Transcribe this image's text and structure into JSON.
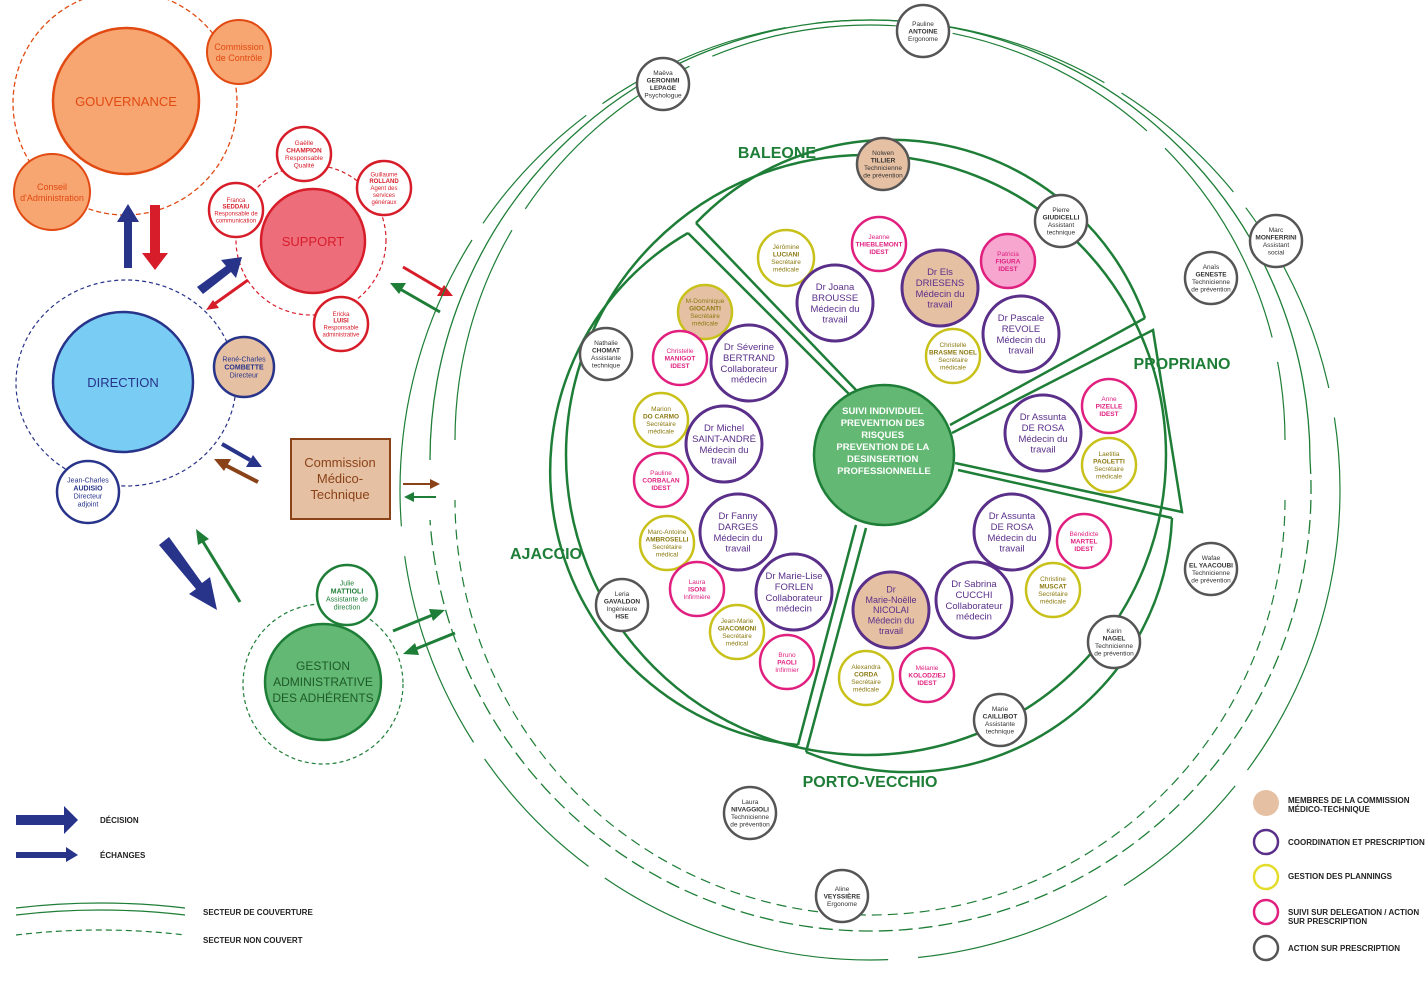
{
  "colors": {
    "gov": "#e14a12",
    "gov_fill": "#f7a571",
    "support": "#d71d2a",
    "support_fill": "#ee6d7b",
    "direction": "#28338a",
    "direction_fill": "#79cdf4",
    "green": "#1e7e37",
    "green_fill": "#63b873",
    "commission_fill": "#e6c0a3",
    "commission_border": "#8a4218",
    "purple": "#5a2f8a",
    "yellow": "#c8c11a",
    "pink": "#e01f7f",
    "gray": "#555555"
  },
  "entities": {
    "gouvernance": "GOUVERNANCE",
    "commission_controle": [
      "Commission",
      "de Contrôle"
    ],
    "conseil": [
      "Conseil",
      "d'Administration"
    ],
    "support": "SUPPORT",
    "direction": "DIRECTION",
    "commission_mt": [
      "Commission",
      "Médico-",
      "Technique"
    ],
    "gestion": [
      "GESTION",
      "ADMINISTRATIVE",
      "DES ADHÉRENTS"
    ],
    "centre": [
      "SUIVI INDIVIDUEL",
      "",
      "PREVENTION DES",
      "RISQUES",
      "",
      "PREVENTION DE LA",
      "DESINSERTION",
      "PROFESSIONNELLE"
    ]
  },
  "support_people": [
    [
      "Gaëlle",
      "CHAMPION",
      "Responsable",
      "Qualité"
    ],
    [
      "Guillaume",
      "ROLLAND",
      "Agent des",
      "services",
      "généraux"
    ],
    [
      "Franca",
      "SEDDAIU",
      "Responsable de",
      "communication"
    ],
    [
      "Ericka",
      "LUISI",
      "Responsable",
      "administrative"
    ]
  ],
  "direction_people": [
    [
      "René-Charles",
      "COMBETTE",
      "Directeur"
    ],
    [
      "Jean-Charles",
      "AUDISIO",
      "Directeur",
      "adjoint"
    ]
  ],
  "gestion_people": [
    [
      "Julie",
      "MATTIOLI",
      "Assistante de",
      "direction"
    ]
  ],
  "sectors": {
    "baleone": "BALEONE",
    "propriano": "PROPRIANO",
    "ajaccio": "AJACCIO",
    "porto_vecchio": "PORTO-VECCHIO"
  },
  "staff": [
    [
      "Jérômine",
      "LUCIANI",
      "Secrétaire",
      "médicale"
    ],
    [
      "Jeanne",
      "THIEBLEMONT",
      "IDEST"
    ],
    [
      "Dr Joana",
      "BROUSSE",
      "Médecin du",
      "travail"
    ],
    [
      "Dr Els",
      "DRIESENS",
      "Médecin du",
      "travail"
    ],
    [
      "Patricia",
      "FIGURA",
      "IDEST"
    ],
    [
      "Dr Pascale",
      "REVOLE",
      "Médecin du",
      "travail"
    ],
    [
      "Christelle",
      "BRASME NOEL",
      "Secrétaire",
      "médicale"
    ],
    [
      "M-Dominique",
      "GIOCANTI",
      "Secrétaire",
      "médicale"
    ],
    [
      "Christelle",
      "MANIGOT",
      "IDEST"
    ],
    [
      "Dr Séverine",
      "BERTRAND",
      "Collaborateur",
      "médecin"
    ],
    [
      "Marion",
      "DO CARMO",
      "Secrétaire",
      "médicale"
    ],
    [
      "Dr Michel",
      "SAINT-ANDRÉ",
      "Médecin du",
      "travail"
    ],
    [
      "Pauline",
      "CORBALAN",
      "IDEST"
    ],
    [
      "Dr Fanny",
      "DARGES",
      "Médecin du",
      "travail"
    ],
    [
      "Marc-Antoine",
      "AMBROSELLI",
      "Secrétaire",
      "médical"
    ],
    [
      "Laura",
      "ISONI",
      "Infirmière"
    ],
    [
      "Dr Marie-Lise",
      "FORLEN",
      "Collaborateur",
      "médecin"
    ],
    [
      "Jean-Marie",
      "GIACOMONI",
      "Secrétaire",
      "médical"
    ],
    [
      "Bruno",
      "PAOLI",
      "Infirmier"
    ],
    [
      "Dr Assunta",
      "DE ROSA",
      "Médecin du",
      "travail"
    ],
    [
      "Anne",
      "PIZELLE",
      "IDEST"
    ],
    [
      "Laetitia",
      "PAOLETTI",
      "Secrétaire",
      "médicale"
    ],
    [
      "Dr Assunta",
      "DE ROSA",
      "Médecin du",
      "travail"
    ],
    [
      "Bénédicte",
      "MARTEL",
      "IDEST"
    ],
    [
      "Dr Sabrina",
      "CUCCHI",
      "Collaborateur",
      "médecin"
    ],
    [
      "Christine",
      "MUSCAT",
      "Secrétaire",
      "médicale"
    ],
    [
      "Dr",
      "Marie-Noëlle",
      "NICOLAI",
      "Médecin du",
      "travail"
    ],
    [
      "Alexandra",
      "CORDA",
      "Secrétaire",
      "médicale"
    ],
    [
      "Mélanie",
      "KOLODZIEJ",
      "IDEST"
    ]
  ],
  "outer_staff": [
    [
      "Pauline",
      "ANTOINE",
      "Ergonome"
    ],
    [
      "Maëva",
      "GERONIMI",
      "LEPAGE",
      "Psychologue"
    ],
    [
      "Nolwen",
      "TILLIER",
      "Technicienne",
      "de prévention"
    ],
    [
      "Pierre",
      "GIUDICELLI",
      "Assistant",
      "technique"
    ],
    [
      "Marc",
      "MONFERRINI",
      "Assistant",
      "social"
    ],
    [
      "Anaïs",
      "GENESTE",
      "Technicienne",
      "de prévention"
    ],
    [
      "Nathalie",
      "CHOMAT",
      "Assistante",
      "technique"
    ],
    [
      "Leria",
      "GAVALDON",
      "Ingénieure",
      "HSE"
    ],
    [
      "Wafae",
      "EL YAACOUBI",
      "Technicienne",
      "de prévention"
    ],
    [
      "Karin",
      "NAGEL",
      "Technicienne",
      "de prévention"
    ],
    [
      "Marie",
      "CAILLIBOT",
      "Assistante",
      "technique"
    ],
    [
      "Laura",
      "NIVAGGIOLI",
      "Technicienne",
      "de prévention"
    ],
    [
      "Aline",
      "VEYSSIÈRE",
      "Ergonome"
    ]
  ],
  "legend": {
    "decision": "DÉCISION",
    "echanges": "ÉCHANGES",
    "couvert": "SECTEUR DE COUVERTURE",
    "non_couvert": "SECTEUR NON COUVERT",
    "commission": [
      "MEMBRES DE LA COMMISSION",
      "MÉDICO-TECHNIQUE"
    ],
    "coordination": "COORDINATION ET PRESCRIPTION",
    "plannings": "GESTION DES PLANNINGS",
    "suivi": [
      "SUIVI SUR DELEGATION / ACTION",
      "SUR PRESCRIPTION"
    ],
    "action": "ACTION SUR PRESCRIPTION"
  }
}
